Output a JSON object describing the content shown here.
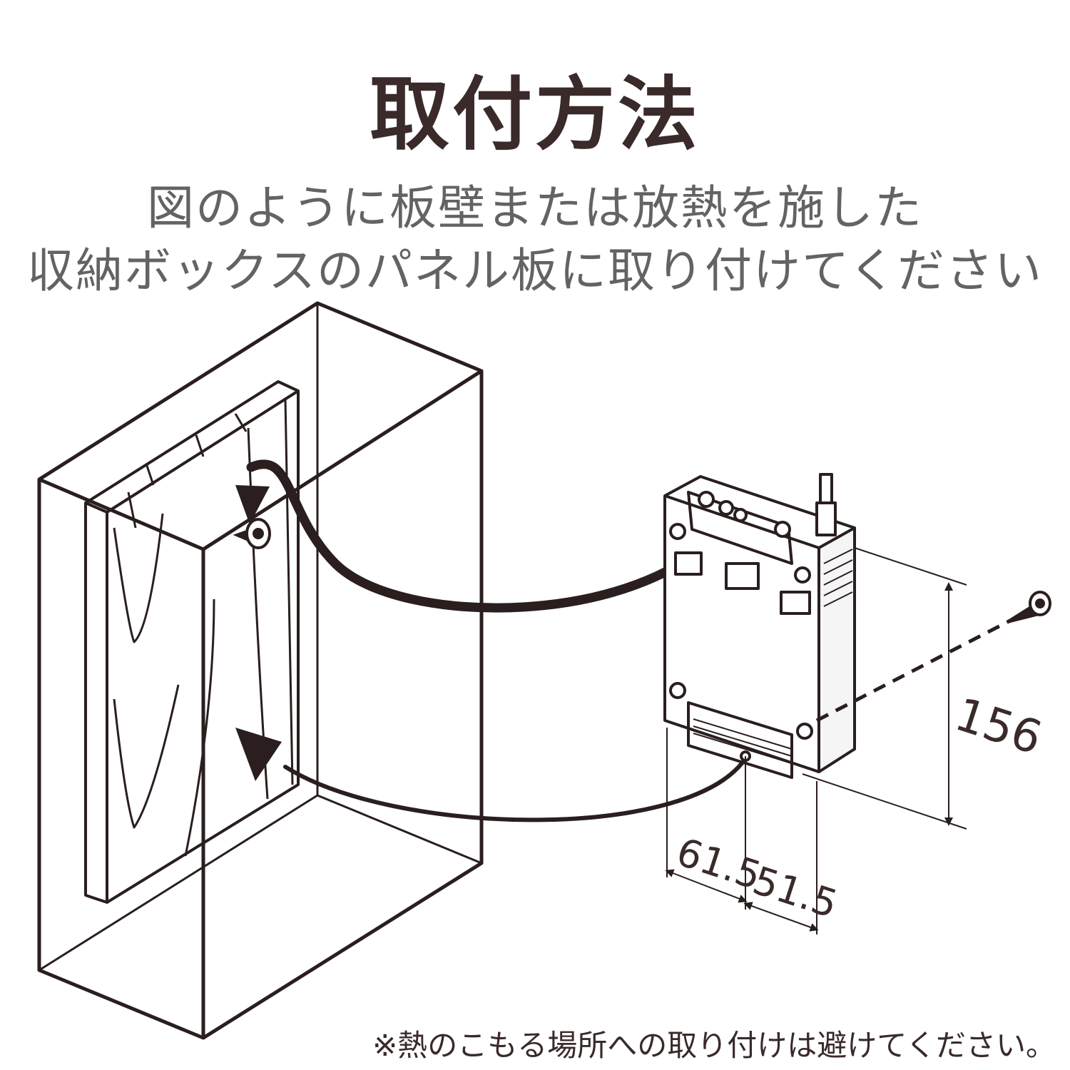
{
  "title": "取付方法",
  "subtitle_lines": [
    "図のように板壁または放熱を施した",
    "収納ボックスのパネル板に取り付けてください"
  ],
  "dimensions": {
    "height": "156",
    "left_width": "61.5",
    "right_width": "51.5"
  },
  "note": "※熱のこもる場所への取り付けは避けてください。",
  "colors": {
    "title": "#3a2a2a",
    "subtitle": "#636363",
    "line": "#2a1e1e"
  }
}
